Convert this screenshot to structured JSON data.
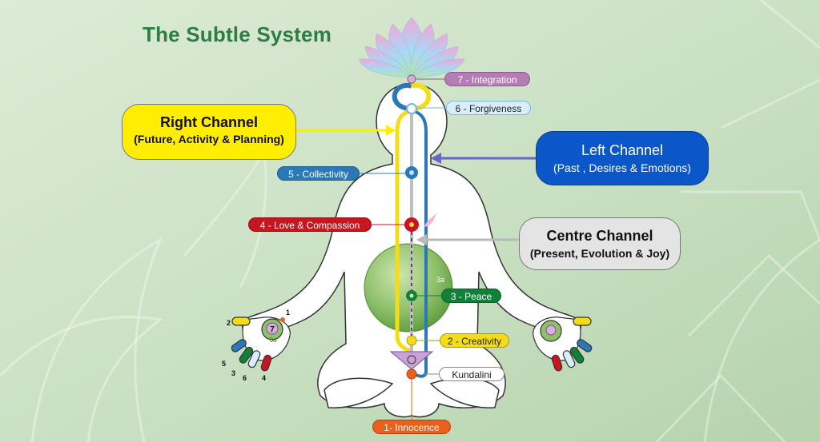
{
  "title": "The Subtle System",
  "channels": {
    "right": {
      "name": "Right Channel",
      "desc": "(Future, Activity & Planning)",
      "color": "#ffee00"
    },
    "left": {
      "name": "Left Channel",
      "desc": "(Past , Desires & Emotions)",
      "color": "#0b57c9"
    },
    "centre": {
      "name": "Centre Channel",
      "desc": "(Present, Evolution & Joy)",
      "color": "#e4e4e4"
    }
  },
  "chakras": {
    "c7": {
      "label": "7 - Integration",
      "color": "#b57cb6"
    },
    "c6": {
      "label": "6 - Forgiveness",
      "color": "#d9eefb"
    },
    "c5": {
      "label": "5 - Collectivity",
      "color": "#2a78b8"
    },
    "c4": {
      "label": "4 - Love & Compassion",
      "color": "#c8161e"
    },
    "c3": {
      "label": "3 - Peace",
      "color": "#11813a"
    },
    "c3a": {
      "label": "3a"
    },
    "c2": {
      "label": "2 - Creativity",
      "color": "#f4dd18"
    },
    "kundalini": {
      "label": "Kundalini"
    },
    "c1": {
      "label": "1- Innocence",
      "color": "#e8601c"
    }
  },
  "hand": {
    "palm_number": "7",
    "palm_sub": "3a",
    "fingers": [
      "1",
      "2",
      "3",
      "4",
      "5",
      "6"
    ]
  }
}
